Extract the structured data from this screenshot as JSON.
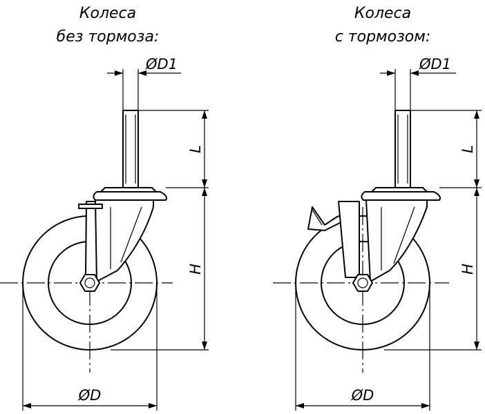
{
  "titles": {
    "left": {
      "line1": "Колеса",
      "line2": "без тормоза:"
    },
    "right": {
      "line1": "Колеса",
      "line2": "с тормозом:"
    }
  },
  "dimensions": {
    "stem_diameter": "ØD1",
    "stem_length": "L",
    "height": "H",
    "wheel_diameter": "ØD"
  }
}
